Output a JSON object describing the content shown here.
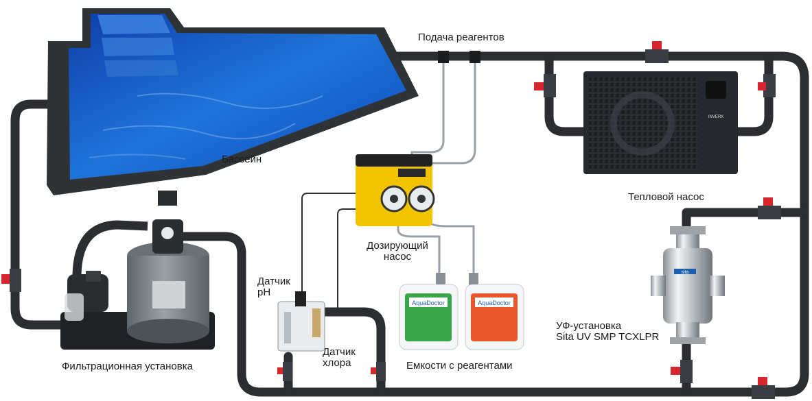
{
  "labels": {
    "reagent_feed": "Подача реагентов",
    "pool": "Бассейн",
    "heat_pump": "Тепловой насос",
    "dosing_pump_line1": "Дозирующий",
    "dosing_pump_line2": "насос",
    "ph_sensor_line1": "Датчик",
    "ph_sensor_line2": "pH",
    "chlorine_sensor_line1": "Датчик",
    "chlorine_sensor_line2": "хлора",
    "uv_unit_line1": "УФ-установка",
    "uv_unit_line2": "Sita UV SMP TCXLPR",
    "reagent_containers": "Емкости с реагентами",
    "filtration_unit": "Фильтрационная установка"
  },
  "product_branding": {
    "canister_brand": "AquaDoctor",
    "uv_brand": "sita",
    "heat_pump_brand": "INVERX"
  },
  "colors": {
    "pipe": "#2b2d30",
    "pool_water": "#1f6fd6",
    "pool_rim": "#2f3336",
    "valve_handle": "#d7262c",
    "dosing_body": "#f2c400",
    "sensor_line": "#9aa0a6",
    "canister_green": "#3aa64a",
    "canister_orange": "#e8582c"
  }
}
